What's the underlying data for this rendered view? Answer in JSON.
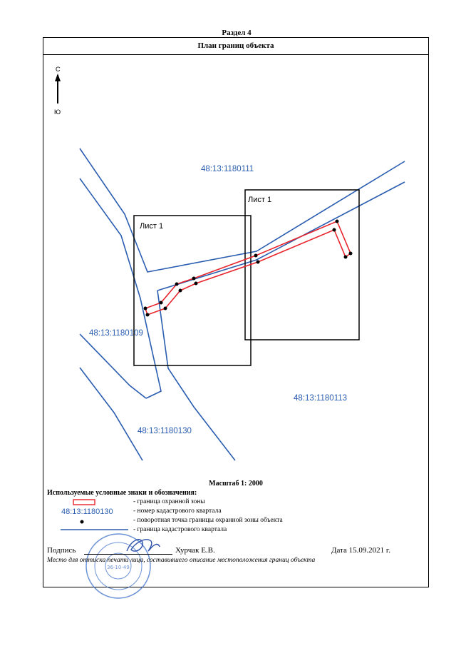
{
  "section_title": "Раздел 4",
  "plan_title": "План границ объекта",
  "compass": {
    "north": "С",
    "south": "Ю"
  },
  "parcels": [
    "48:13:1180111",
    "48:13:1180109",
    "48:13:1180113",
    "48:13:1180130"
  ],
  "sheets": [
    "Лист 1",
    "Лист 1"
  ],
  "scale_text": "Масштаб 1: 2000",
  "legend": {
    "title": "Используемые условные знаки и обозначения:",
    "items": [
      "- граница охранной зоны",
      "- номер кадастрового квартала",
      "- поворотная точка границы охранной зоны объекта",
      "- граница кадастрового квартала"
    ],
    "sample_number": "48:13:1180130"
  },
  "signature": {
    "label": "Подпись",
    "name": "Хурчак Е.В.",
    "date": "Дата 15.09.2021 г.",
    "note": "Место для оттиска печати лица, составившего описание местоположения границ объекта"
  },
  "colors": {
    "boundary": "#e8232b",
    "quarter": "#2a5db0",
    "stamp": "#3b6fc7"
  }
}
